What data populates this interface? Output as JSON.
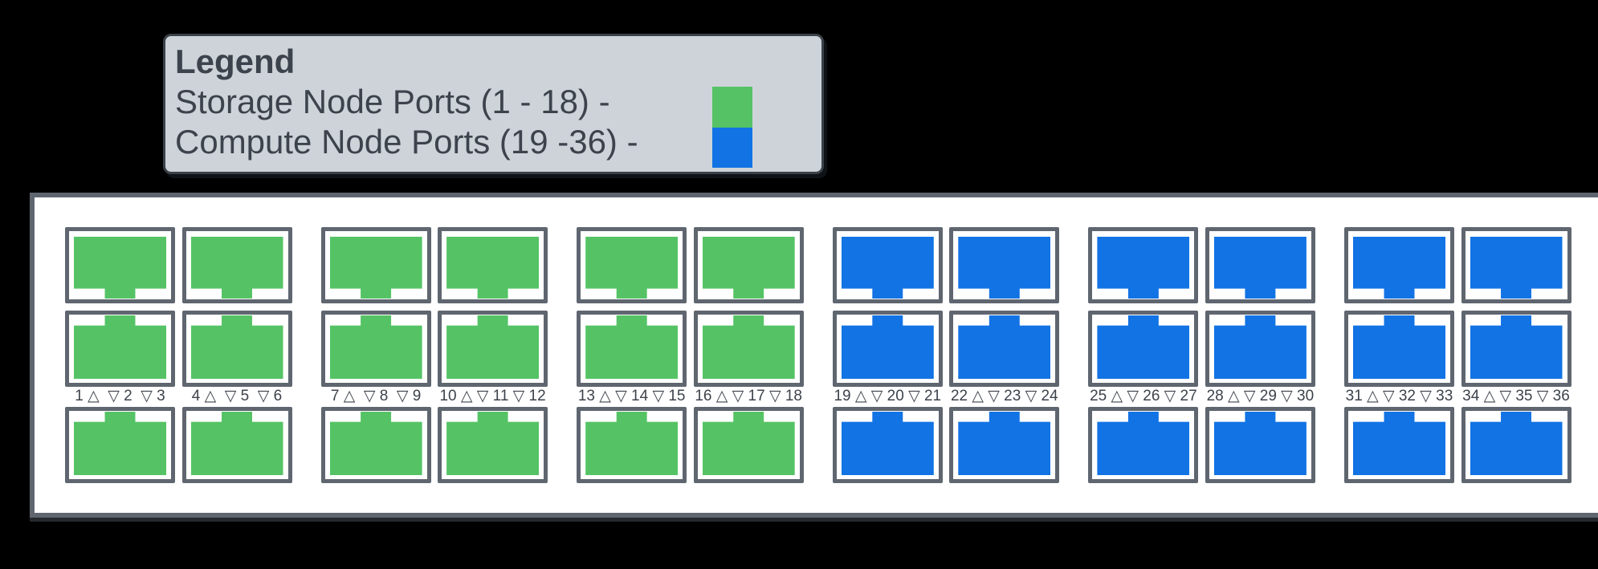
{
  "colors": {
    "background": "#000000",
    "storage": "#55c365",
    "compute": "#1273e4",
    "frame": "#5f6670",
    "panel_bg": "#ffffff",
    "legend_bg": "#ced3d9",
    "legend_border": "#3a4148",
    "text": "#3d434c"
  },
  "legend": {
    "title": "Legend",
    "entries": [
      {
        "label": "Storage Node Ports (1 - 18) -",
        "color_key": "storage"
      },
      {
        "label": "Compute Node Ports (19 -36) -",
        "color_key": "compute"
      }
    ]
  },
  "switch_diagram": {
    "row_orientations": [
      "down",
      "up",
      "up"
    ],
    "columns": [
      {
        "type": "storage",
        "ports": [
          1,
          2,
          3
        ],
        "label": "1 △  ▽ 2  ▽ 3"
      },
      {
        "type": "storage",
        "ports": [
          4,
          5,
          6
        ],
        "label": "4 △  ▽ 5  ▽ 6"
      },
      {
        "type": "storage",
        "ports": [
          7,
          8,
          9
        ],
        "label": "7 △  ▽ 8  ▽ 9"
      },
      {
        "type": "storage",
        "ports": [
          10,
          11,
          12
        ],
        "label": "10 △ ▽ 11 ▽ 12"
      },
      {
        "type": "storage",
        "ports": [
          13,
          14,
          15
        ],
        "label": "13 △ ▽ 14 ▽ 15"
      },
      {
        "type": "storage",
        "ports": [
          16,
          17,
          18
        ],
        "label": "16 △ ▽ 17 ▽ 18"
      },
      {
        "type": "compute",
        "ports": [
          19,
          20,
          21
        ],
        "label": "19 △ ▽ 20 ▽ 21"
      },
      {
        "type": "compute",
        "ports": [
          22,
          23,
          24
        ],
        "label": "22 △ ▽ 23 ▽ 24"
      },
      {
        "type": "compute",
        "ports": [
          25,
          26,
          27
        ],
        "label": "25 △ ▽ 26 ▽ 27"
      },
      {
        "type": "compute",
        "ports": [
          28,
          29,
          30
        ],
        "label": "28 △ ▽ 29 ▽ 30"
      },
      {
        "type": "compute",
        "ports": [
          31,
          32,
          33
        ],
        "label": "31 △ ▽ 32 ▽ 33"
      },
      {
        "type": "compute",
        "ports": [
          34,
          35,
          36
        ],
        "label": "34 △ ▽ 35 ▽ 36"
      }
    ]
  }
}
